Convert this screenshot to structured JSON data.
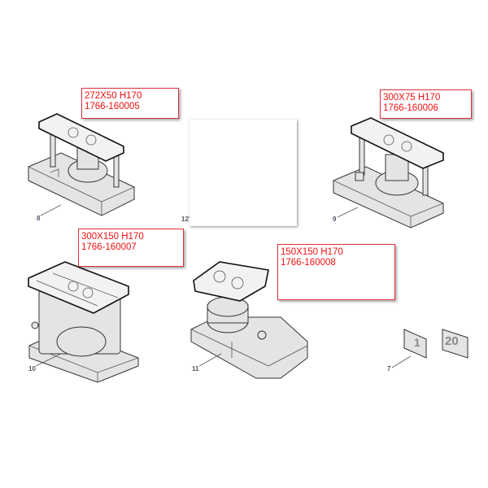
{
  "callouts": [
    {
      "size": "272X50 H170",
      "part_no": "1766-160005"
    },
    {
      "size": "300X75 H170",
      "part_no": "1766-160006"
    },
    {
      "size": "300X150 H170",
      "part_no": "1766-160007"
    },
    {
      "size": "150X150 H170",
      "part_no": "1766-160008"
    }
  ],
  "item_numbers": {
    "a": "8",
    "b": "12",
    "c": "9",
    "d": "10",
    "e": "11",
    "f": "7"
  },
  "plates": {
    "one": "1",
    "twenty": "20"
  }
}
